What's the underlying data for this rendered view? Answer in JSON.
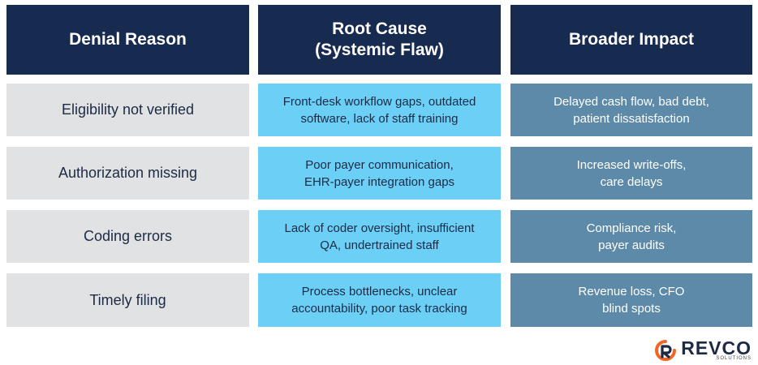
{
  "headers": {
    "denial_reason": "Denial Reason",
    "root_cause": "Root Cause\n(Systemic Flaw)",
    "broader_impact": "Broader Impact"
  },
  "rows": [
    {
      "reason": "Eligibility not verified",
      "cause": "Front-desk workflow gaps, outdated\nsoftware, lack of staff training",
      "impact": "Delayed cash flow, bad debt,\npatient dissatisfaction"
    },
    {
      "reason": "Authorization missing",
      "cause": "Poor payer communication,\nEHR-payer integration gaps",
      "impact": "Increased write-offs,\ncare delays"
    },
    {
      "reason": "Coding errors",
      "cause": "Lack of coder oversight, insufficient\nQA, undertrained staff",
      "impact": "Compliance risk,\npayer audits"
    },
    {
      "reason": "Timely filing",
      "cause": "Process bottlenecks, unclear\naccountability, poor task tracking",
      "impact": "Revenue loss, CFO\nblind spots"
    }
  ],
  "logo": {
    "name": "REVCO",
    "tagline": "SOLUTIONS",
    "icon": "revco-logo-icon"
  },
  "colors": {
    "header_bg": "#172a4f",
    "reason_bg": "#e1e2e4",
    "cause_bg": "#6ccff6",
    "impact_bg": "#5d8aa8",
    "logo_orange": "#f26522",
    "logo_navy": "#1d2a44"
  }
}
